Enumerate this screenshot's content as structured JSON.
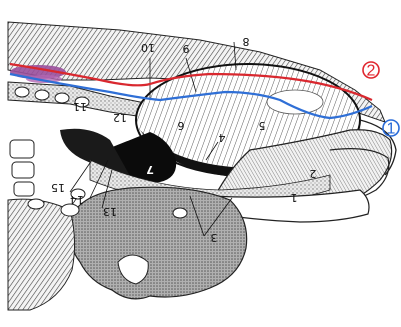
{
  "figure": {
    "labels": {
      "l1": "1",
      "l2": "2",
      "l3": "3",
      "l4": "4",
      "l5": "5",
      "l6": "6",
      "l7": "7",
      "l8": "8",
      "l9": "9",
      "l10": "10",
      "l11": "11",
      "l12": "12",
      "l13": "13",
      "l14": "14",
      "l15": "15"
    },
    "markers": {
      "red_circled": "2",
      "blue_circled": "1"
    },
    "colors": {
      "red_line": "#d9282f",
      "blue_line": "#2f6fd6",
      "red_marker": "#e0262e",
      "blue_marker": "#2a6bd8",
      "ink": "#111111",
      "stipple": "#bdbdbd",
      "fill_gray": "#a9a9a9",
      "tissue_purple": "#9a4f9c"
    }
  }
}
